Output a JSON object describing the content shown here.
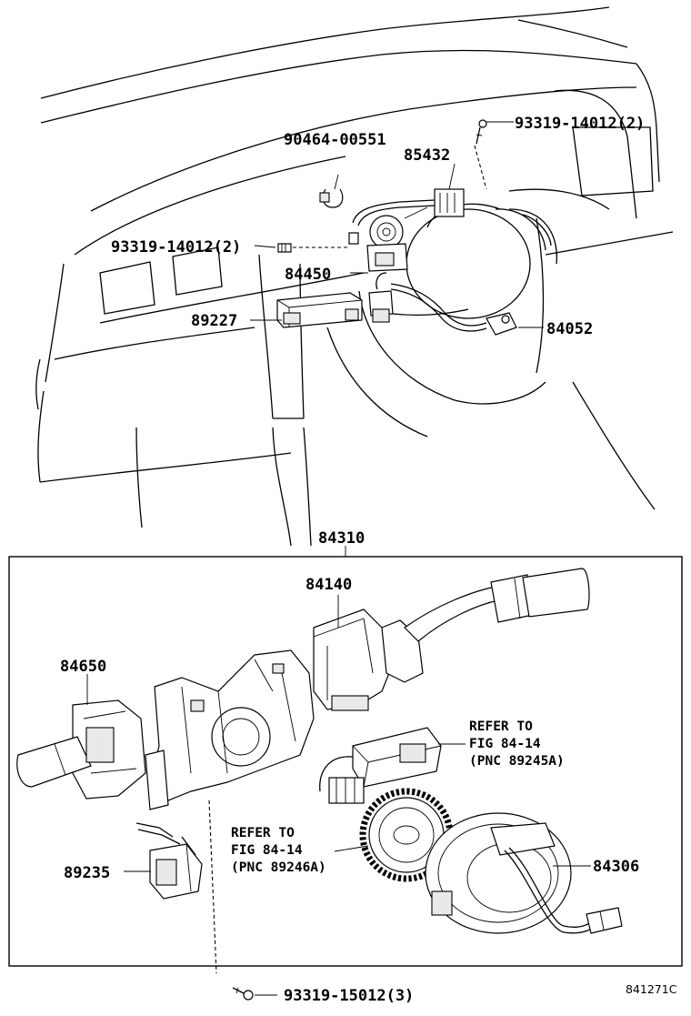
{
  "diagram": {
    "callouts": {
      "p90464": "90464-00551",
      "p85432": "85432",
      "p93319_top": "93319-14012(2)",
      "p93319_mid": "93319-14012(2)",
      "p84450": "84450",
      "p89227": "89227",
      "p84052": "84052",
      "p84310": "84310",
      "p84140": "84140",
      "p84650": "84650",
      "p89235": "89235",
      "p84306": "84306",
      "p93319_bottom": "93319-15012(3)"
    },
    "refer_right": [
      "REFER TO",
      "FIG 84-14",
      "(PNC 89245A)"
    ],
    "refer_left": [
      "REFER TO",
      "FIG 84-14",
      "(PNC 89246A)"
    ],
    "figure_code": "841271C"
  }
}
